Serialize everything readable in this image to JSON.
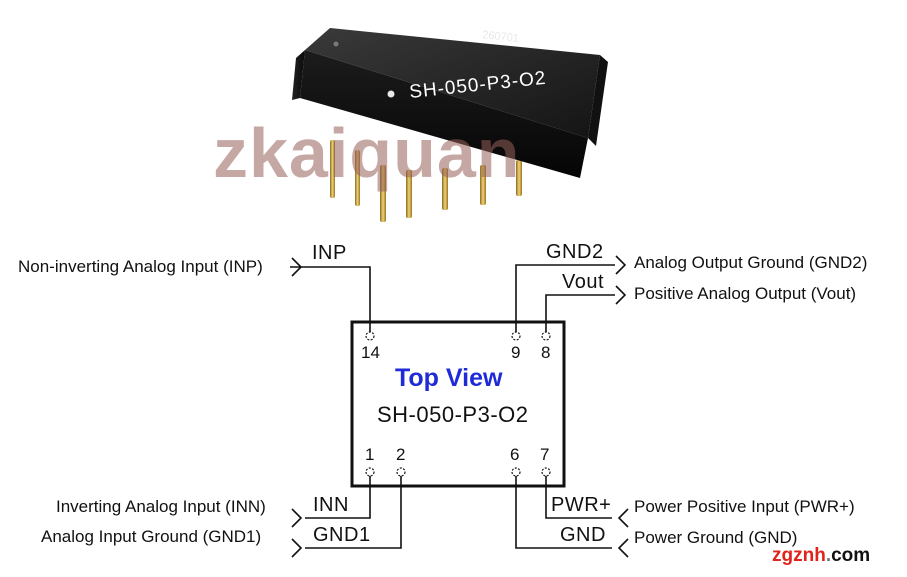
{
  "product": {
    "date_code": "260701",
    "model_print": "SH-050-P3-O2"
  },
  "watermark": "zkaiquan",
  "brand": {
    "part1": "zgznh",
    "dot": ".",
    "part2": "com"
  },
  "diagram": {
    "title": "Top View",
    "model": "SH-050-P3-O2",
    "pins": {
      "p14": {
        "num": "14",
        "signal": "INP",
        "desc": "Non-inverting Analog Input (INP)"
      },
      "p9": {
        "num": "9",
        "signal": "GND2",
        "desc": "Analog Output Ground (GND2)"
      },
      "p8": {
        "num": "8",
        "signal": "Vout",
        "desc": "Positive Analog Output (Vout)"
      },
      "p1": {
        "num": "1",
        "signal": "INN",
        "desc": "Inverting Analog Input (INN)"
      },
      "p2": {
        "num": "2",
        "signal": "GND1",
        "desc": "Analog Input Ground  (GND1)"
      },
      "p6": {
        "num": "6",
        "signal": "GND",
        "desc": "Power Ground (GND)"
      },
      "p7": {
        "num": "7",
        "signal": "PWR+",
        "desc": "Power Positive Input (PWR+)"
      }
    }
  }
}
